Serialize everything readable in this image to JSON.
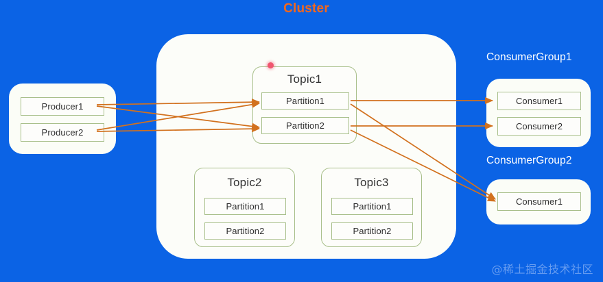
{
  "diagram": {
    "title": "Cluster",
    "title_color": "#f2671e",
    "background_color": "#0b63e5",
    "box_border_color": "#a8bf8a",
    "arrow_color": "#d2711e",
    "marker_color": "#f0566f"
  },
  "producers": {
    "items": [
      {
        "label": "Producer1"
      },
      {
        "label": "Producer2"
      }
    ]
  },
  "cluster": {
    "topics": [
      {
        "name": "Topic1",
        "partitions": [
          {
            "label": "Partition1"
          },
          {
            "label": "Partition2"
          }
        ]
      },
      {
        "name": "Topic2",
        "partitions": [
          {
            "label": "Partition1"
          },
          {
            "label": "Partition2"
          }
        ]
      },
      {
        "name": "Topic3",
        "partitions": [
          {
            "label": "Partition1"
          },
          {
            "label": "Partition2"
          }
        ]
      }
    ]
  },
  "consumer_groups": [
    {
      "name": "ConsumerGroup1",
      "consumers": [
        {
          "label": "Consumer1"
        },
        {
          "label": "Consumer2"
        }
      ]
    },
    {
      "name": "ConsumerGroup2",
      "consumers": [
        {
          "label": "Consumer1"
        }
      ]
    }
  ],
  "watermark": "@稀土掘金技术社区"
}
